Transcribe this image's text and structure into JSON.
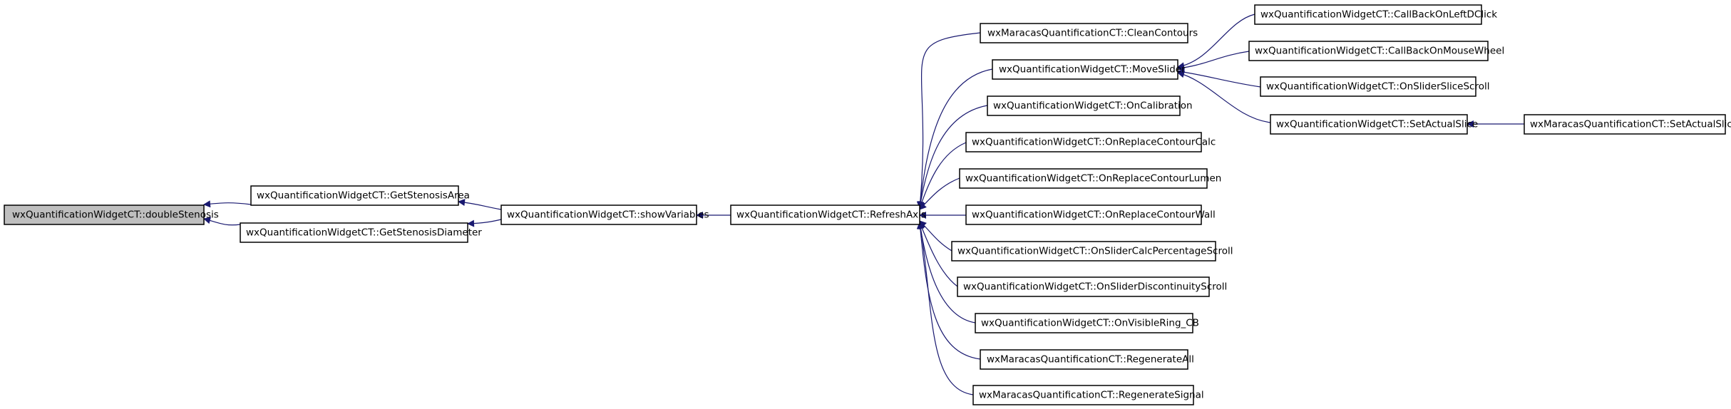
{
  "nodes": {
    "doubleStenosis": "wxQuantificationWidgetCT::doubleStenosis",
    "GetStenosisArea": "wxQuantificationWidgetCT::GetStenosisArea",
    "GetStenosisDiameter": "wxQuantificationWidgetCT::GetStenosisDiameter",
    "showVariables": "wxQuantificationWidgetCT::showVariables",
    "RefreshAxis": "wxQuantificationWidgetCT::RefreshAxis",
    "CleanContours": "wxMaracasQuantificationCT::CleanContours",
    "MoveSlider": "wxQuantificationWidgetCT::MoveSlider",
    "OnCalibration": "wxQuantificationWidgetCT::OnCalibration",
    "OnReplaceContourCalc": "wxQuantificationWidgetCT::OnReplaceContourCalc",
    "OnReplaceContourLumen": "wxQuantificationWidgetCT::OnReplaceContourLumen",
    "OnReplaceContourWall": "wxQuantificationWidgetCT::OnReplaceContourWall",
    "OnSliderCalcPercentageScroll": "wxQuantificationWidgetCT::OnSliderCalcPercentageScroll",
    "OnSliderDiscontinuityScroll": "wxQuantificationWidgetCT::OnSliderDiscontinuityScroll",
    "OnVisibleRing_CB": "wxQuantificationWidgetCT::OnVisibleRing_CB",
    "RegenerateAll": "wxMaracasQuantificationCT::RegenerateAll",
    "RegenerateSignal": "wxMaracasQuantificationCT::RegenerateSignal",
    "CallBackOnLeftDClick": "wxQuantificationWidgetCT::CallBackOnLeftDClick",
    "CallBackOnMouseWheel": "wxQuantificationWidgetCT::CallBackOnMouseWheel",
    "OnSliderSliceScroll": "wxQuantificationWidgetCT::OnSliderSliceScroll",
    "SetActualSlice": "wxQuantificationWidgetCT::SetActualSlice",
    "MaracasSetActualSlice": "wxMaracasQuantificationCT::SetActualSlice"
  },
  "colors": {
    "root_fill": "#bfbfbf",
    "node_fill": "#ffffff",
    "edge": "#191970"
  }
}
